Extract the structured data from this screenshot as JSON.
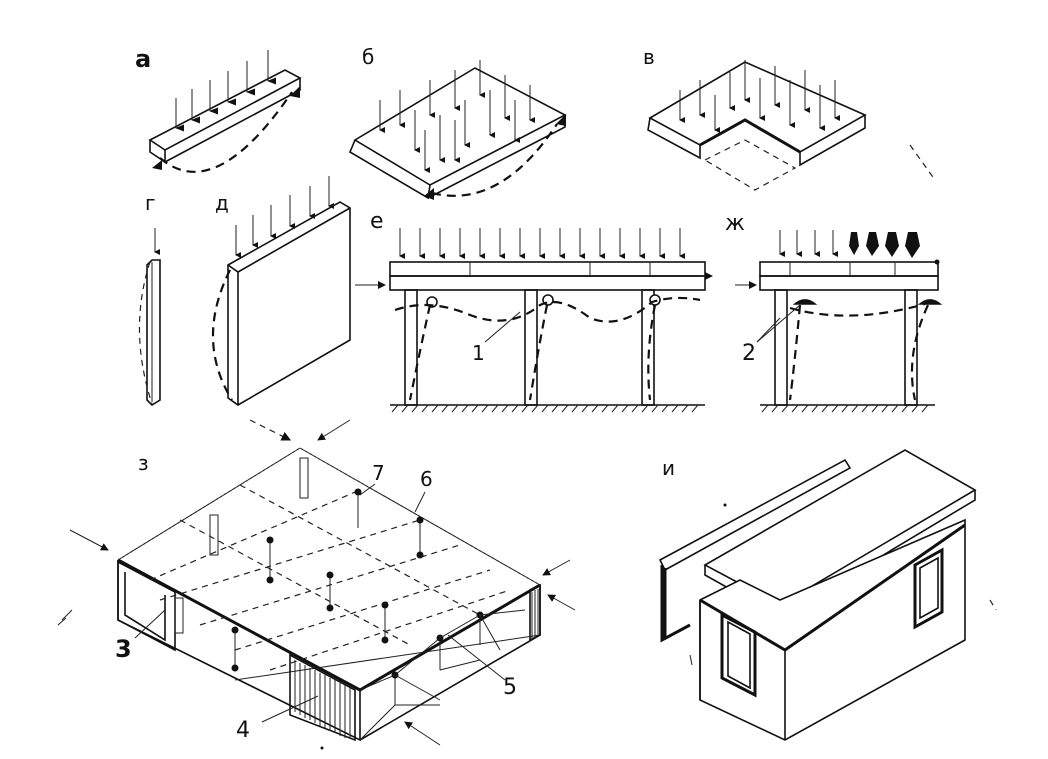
{
  "labels": {
    "a": "а",
    "b": "б",
    "v": "в",
    "g": "г",
    "d": "д",
    "e": "е",
    "zh": "ж",
    "z": "з",
    "i": "и"
  },
  "callouts": {
    "n1": "1",
    "n2": "2",
    "n3": "3",
    "n4": "4",
    "n5": "5",
    "n6": "6",
    "n7": "7"
  }
}
